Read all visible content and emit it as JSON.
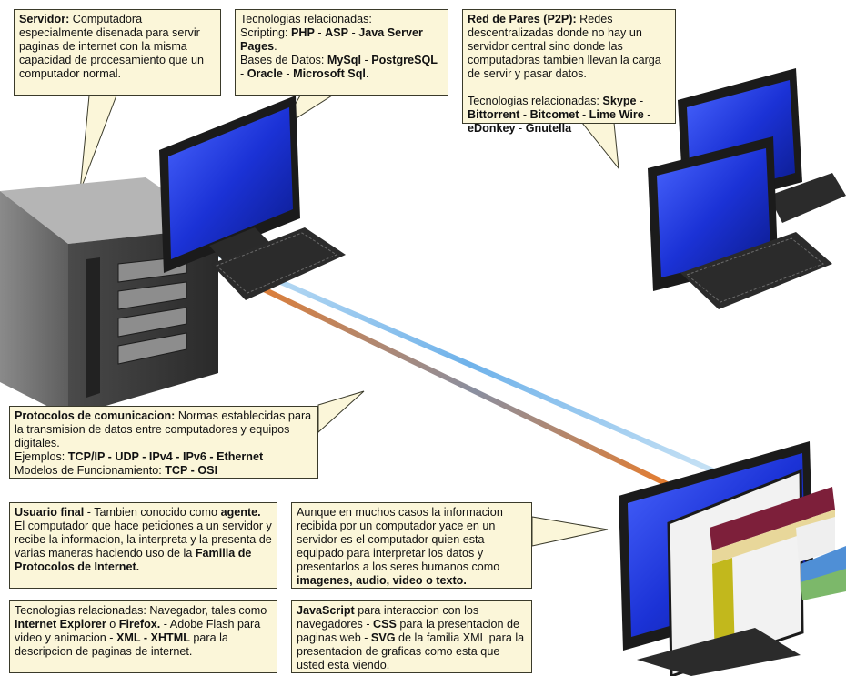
{
  "notes": {
    "servidor": {
      "title": "Servidor:",
      "text": " Computadora especialmente disenada para servir paginas de internet con la misma capacidad de procesamiento que un computador normal."
    },
    "tecnologias_servidor": {
      "line1": "Tecnologias relacionadas:",
      "scripting_label": "Scripting: ",
      "php": "PHP",
      "asp": "ASP",
      "java": "Java Server Pages",
      "bd_label": "Bases de Datos: ",
      "mysql": "MySql",
      "postgres": "PostgreSQL",
      "oracle": "Oracle",
      "mssql": "Microsoft Sql",
      "sep": " - ",
      "dot": "."
    },
    "p2p": {
      "title": "Red de Pares (P2P):",
      "text": " Redes descentralizadas donde no hay un servidor central sino donde las computadoras tambien llevan la carga de servir y pasar datos.",
      "tech_label": "Tecnologias relacionadas: ",
      "skype": "Skype",
      "bittorrent": "Bittorrent",
      "bitcomet": "Bitcomet",
      "limewire": "Lime Wire",
      "edonkey": "eDonkey",
      "gnutella": "Gnutella"
    },
    "protocolos": {
      "title": "Protocolos de comunicacion:",
      "text": " Normas establecidas para la transmision de datos entre computadores y equipos digitales.",
      "ejemplos_label": "Ejemplos: ",
      "ejemplos": "TCP/IP - UDP - IPv4 - IPv6 - Ethernet",
      "modelos_label": "Modelos de Funcionamiento: ",
      "modelos": "TCP - OSI"
    },
    "usuario_final": {
      "title": "Usuario final",
      "text1": " - Tambien conocido como ",
      "agente": "agente.",
      "text2": " El computador que hace peticiones a un servidor y recibe la informacion, la interpreta y la presenta de varias maneras haciendo uso de la ",
      "familia": "Familia de Protocolos de Internet."
    },
    "interpretacion": {
      "text": "Aunque en muchos  casos la informacion recibida por un computador yace en un servidor es el computador quien esta equipado para interpretar los datos y presentarlos a los seres humanos como ",
      "medios": "imagenes, audio, video o texto."
    },
    "tecnologias_cliente": {
      "text1": "Tecnologias relacionadas: Navegador, tales como ",
      "ie": "Internet Explorer",
      "o": " o ",
      "firefox": "Firefox.",
      "text2": " - Adobe Flash para video y animacion - ",
      "xml": "XML - XHTML",
      "text3": " para la descripcion de paginas de internet."
    },
    "web": {
      "js": "JavaScript",
      "text1": " para interaccion con los navegadores - ",
      "css": "CSS",
      "text2": " para la presentacion de paginas web - ",
      "svg": "SVG",
      "text3": " de la familia XML para la presentacion de graficas como esta que usted esta viendo."
    }
  },
  "colors": {
    "note_bg": "#fbf6d9",
    "screen_blue": "#1a33d9",
    "monitor_dark": "#1c1c1c",
    "server_gray": "#6f6f6f",
    "cable_orange": "#ef7a22",
    "cable_light_blue": "#a8d2ee",
    "cable_pink": "#d98ac4",
    "window_maroon": "#7d1f3a",
    "window_olive": "#c2b81c"
  },
  "icons": [
    "server-icon",
    "monitor-icon",
    "keyboard-icon",
    "browser-window-icon"
  ]
}
